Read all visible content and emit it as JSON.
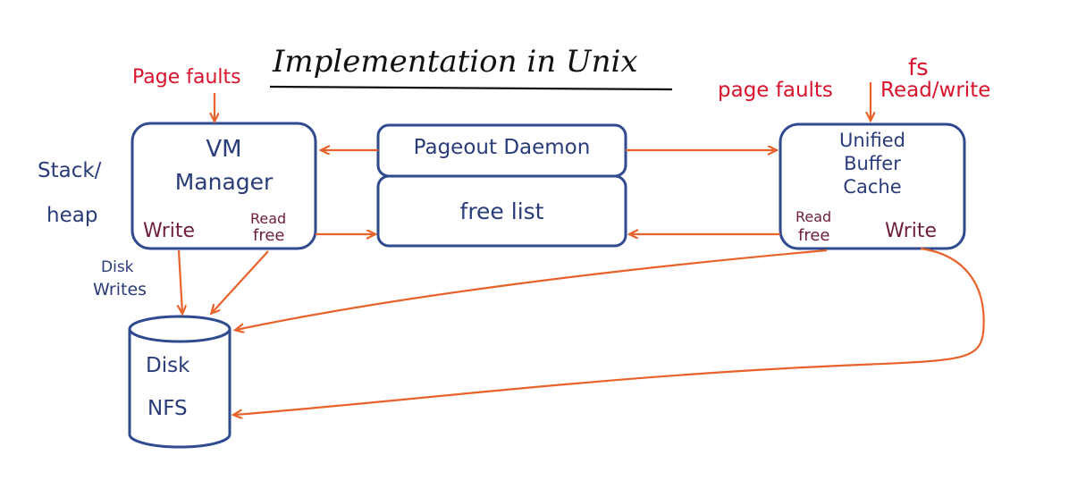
{
  "title": "Implementation in Unix",
  "labels": {
    "page_faults_left": "Page faults",
    "page_faults_right": "page faults",
    "fs_line1": "fs",
    "fs_line2": "Read/write",
    "stack_line1": "Stack/",
    "stack_line2": "heap",
    "disk_writes_line1": "Disk",
    "disk_writes_line2": "Writes"
  },
  "boxes": {
    "vm_manager": {
      "line1": "VM",
      "line2": "Manager",
      "write": "Write",
      "read": "Read",
      "free": "free"
    },
    "pageout_daemon": {
      "label": "Pageout Daemon"
    },
    "free_list": {
      "label": "free list"
    },
    "unified_buffer_cache": {
      "line1": "Unified",
      "line2": "Buffer",
      "line3": "Cache",
      "read": "Read",
      "free": "free",
      "write": "Write"
    },
    "disk": {
      "line1": "Disk",
      "line2": "NFS"
    }
  },
  "colors": {
    "ink": "#2a3b7a",
    "box_stroke": "#2f4a8f",
    "arrow": "#e8622a",
    "red_label": "#d8132c",
    "wine_label": "#6e1f37"
  }
}
